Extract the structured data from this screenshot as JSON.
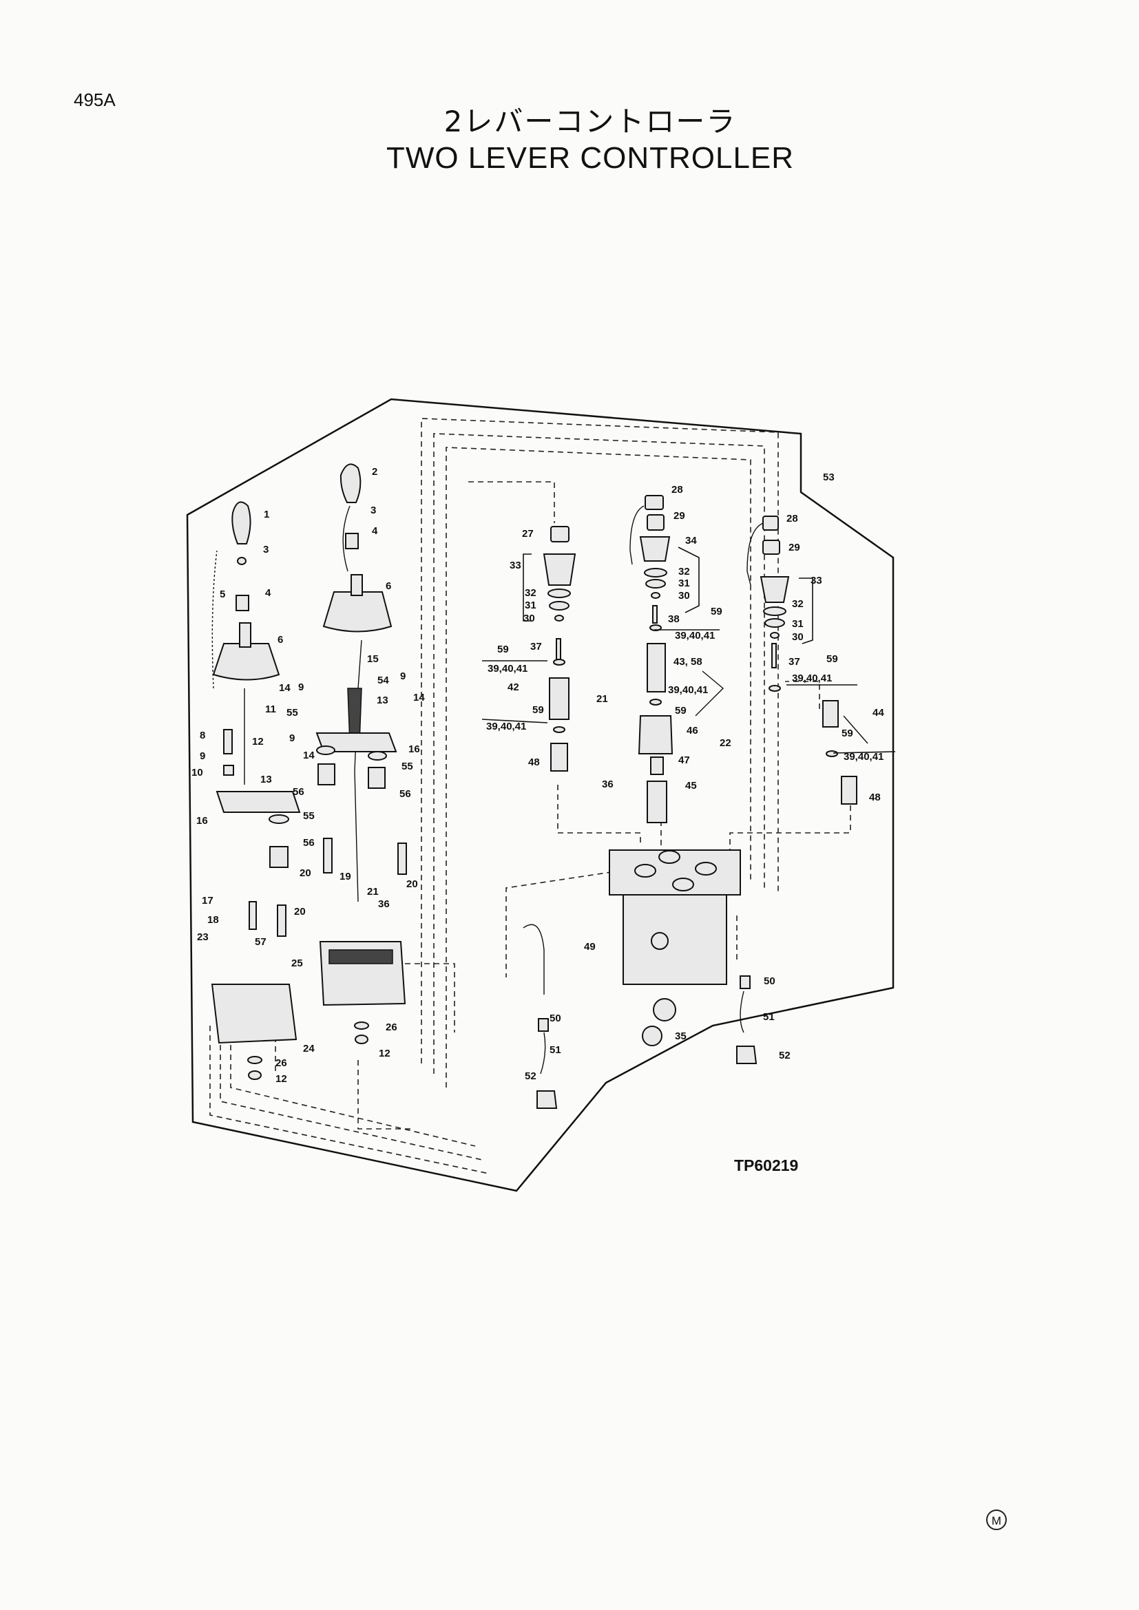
{
  "page_id": "495A",
  "title_jp": "2レバーコントローラ",
  "title_en": "TWO LEVER CONTROLLER",
  "figure_code": "TP60219",
  "corner_mark": "M",
  "callouts": {
    "c1": "1",
    "c2": "2",
    "c3a": "3",
    "c3b": "3",
    "c4a": "4",
    "c4b": "4",
    "c5": "5",
    "c6a": "6",
    "c6b": "6",
    "c8": "8",
    "c9a": "9",
    "c9b": "9",
    "c9c": "9",
    "c9d": "9",
    "c10": "10",
    "c11": "11",
    "c12a": "12",
    "c12b": "12",
    "c12c": "12",
    "c13a": "13",
    "c13b": "13",
    "c14a": "14",
    "c14b": "14",
    "c14c": "14",
    "c15": "15",
    "c16a": "16",
    "c16b": "16",
    "c17": "17",
    "c18": "18",
    "c19": "19",
    "c20a": "20",
    "c20b": "20",
    "c20c": "20",
    "c21a": "21",
    "c21b": "21",
    "c22": "22",
    "c23": "23",
    "c24": "24",
    "c25": "25",
    "c26a": "26",
    "c26b": "26",
    "c27": "27",
    "c28a": "28",
    "c28b": "28",
    "c29a": "29",
    "c29b": "29",
    "c30a": "30",
    "c30b": "30",
    "c30c": "30",
    "c31a": "31",
    "c31b": "31",
    "c31c": "31",
    "c32a": "32",
    "c32b": "32",
    "c32c": "32",
    "c33a": "33",
    "c33b": "33",
    "c34": "34",
    "c35": "35",
    "c36a": "36",
    "c36b": "36",
    "c37a": "37",
    "c37b": "37",
    "c38": "38",
    "c42": "42",
    "c4358": "43, 58",
    "c44": "44",
    "c45": "45",
    "c46": "46",
    "c47": "47",
    "c48a": "48",
    "c48b": "48",
    "c49": "49",
    "c50a": "50",
    "c50b": "50",
    "c51a": "51",
    "c51b": "51",
    "c52a": "52",
    "c52b": "52",
    "c53": "53",
    "c54": "54",
    "c55a": "55",
    "c55b": "55",
    "c55c": "55",
    "c56a": "56",
    "c56b": "56",
    "c56c": "56",
    "c57": "57",
    "c59a": "59",
    "c59b": "59",
    "c59c": "59",
    "c59d": "59",
    "c59e": "59",
    "c59f": "59",
    "g1": "39,40,41",
    "g2": "39,40,41",
    "g3": "39,40,41",
    "g4": "39,40,41",
    "g5": "39,40,41",
    "g6": "39,40,41"
  }
}
